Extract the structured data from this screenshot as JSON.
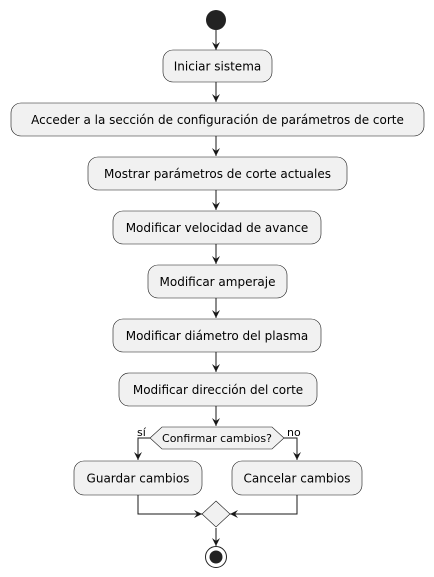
{
  "steps": [
    "Iniciar sistema",
    "Acceder a la sección de configuración de parámetros de corte",
    "Mostrar parámetros de corte actuales",
    "Modificar velocidad de avance",
    "Modificar amperaje",
    "Modificar diámetro del plasma",
    "Modificar dirección del corte"
  ],
  "decision": {
    "question": "Confirmar cambios?",
    "yes_label": "sí",
    "no_label": "no",
    "yes_action": "Guardar cambios",
    "no_action": "Cancelar cambios"
  },
  "colors": {
    "node_fill": "#f1f1f1",
    "stroke": "#181818",
    "start_end": "#222222"
  }
}
